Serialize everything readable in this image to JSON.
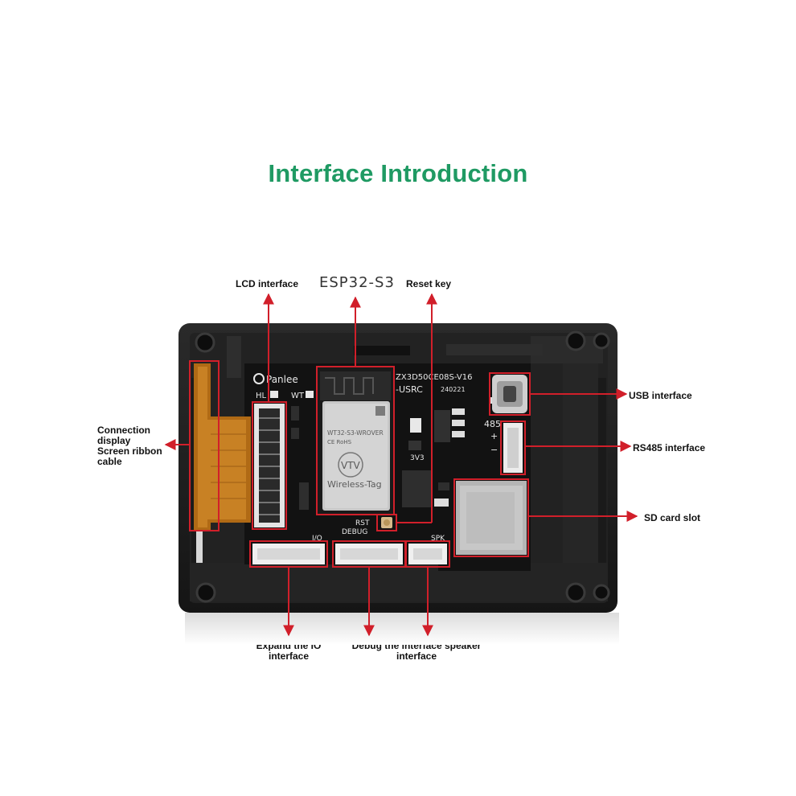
{
  "title": "Interface Introduction",
  "callouts": {
    "lcd_interface": "LCD interface",
    "esp32": "ESP32-S3",
    "reset_key": "Reset key",
    "connection_line1": "Connection",
    "connection_line2": "display",
    "connection_line3": "Screen ribbon",
    "connection_line4": "cable",
    "usb_interface": "USB interface",
    "rs485_interface": "RS485 interface",
    "sd_card_slot": "SD card slot",
    "expand_io_line1": "Expand the IO",
    "expand_io_line2": "interface",
    "debug_speaker_line1": "Debug the interface speaker",
    "debug_speaker_line2": "interface"
  },
  "board_silkscreen": {
    "brand": "Panlee",
    "hl": "HL",
    "wt": "WT",
    "model_line1": "ZX3D50CE08S-V16",
    "model_line2": "-USRC",
    "date": "240221",
    "rs485": "485",
    "plus": "+",
    "minus": "−",
    "v33": "3V3",
    "rst": "RST",
    "debug": "DEBUG",
    "io": "I/O",
    "spk": "SPK"
  },
  "module": {
    "part": "WT32-S3-WROVER",
    "marks": "CE RoHS",
    "logo": "VTV",
    "vendor": "Wireless-Tag"
  },
  "colors": {
    "title_green": "#1f9a63",
    "callout_red": "#d11f2a",
    "case_black": "#1b1b1b",
    "pcb_black": "#121212"
  }
}
